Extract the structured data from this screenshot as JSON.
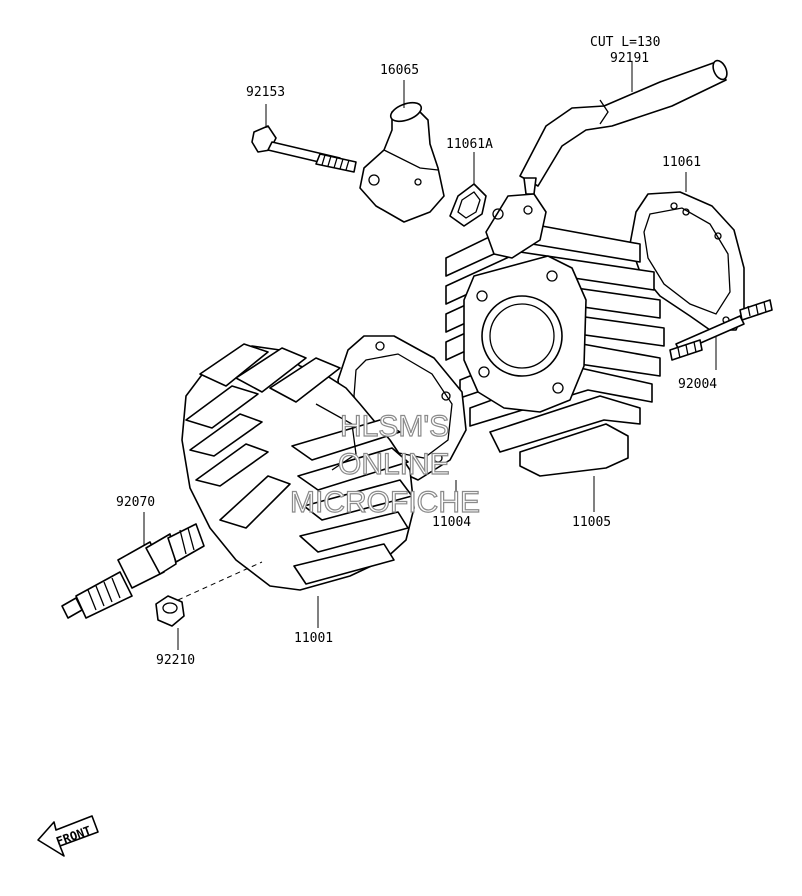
{
  "parts": {
    "p92153": "92153",
    "p16065": "16065",
    "p11061a": "11061A",
    "cut": "CUT L=130",
    "p92191": "92191",
    "p11061": "11061",
    "p92004": "92004",
    "p11004": "11004",
    "p11005": "11005",
    "p92070": "92070",
    "p11001": "11001",
    "p92210": "92210"
  },
  "watermark": {
    "line1": "HLSM'S",
    "line2": "ONLINE",
    "line3": "MICROFICHE"
  },
  "front_arrow": {
    "label": "FRONT"
  }
}
